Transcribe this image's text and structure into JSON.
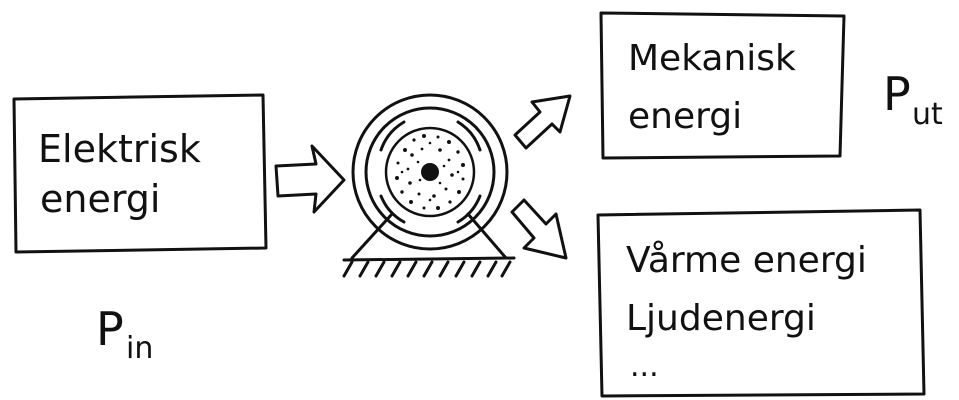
{
  "input_box": {
    "line1": "Elektrisk",
    "line2": "energi"
  },
  "output_boxes": [
    {
      "line1": "Mekanisk",
      "line2": "energi"
    },
    {
      "line1": "Vårme energi",
      "line2": "Ljudenergi",
      "line3": "..."
    }
  ],
  "labels": {
    "p_in_main": "P",
    "p_in_sub": "in",
    "p_out_main": "P",
    "p_out_sub": "ut"
  },
  "icons": [
    "arrow-icon",
    "electric-motor-icon"
  ],
  "colors": {
    "ink": "#111111",
    "paper": "#ffffff"
  }
}
